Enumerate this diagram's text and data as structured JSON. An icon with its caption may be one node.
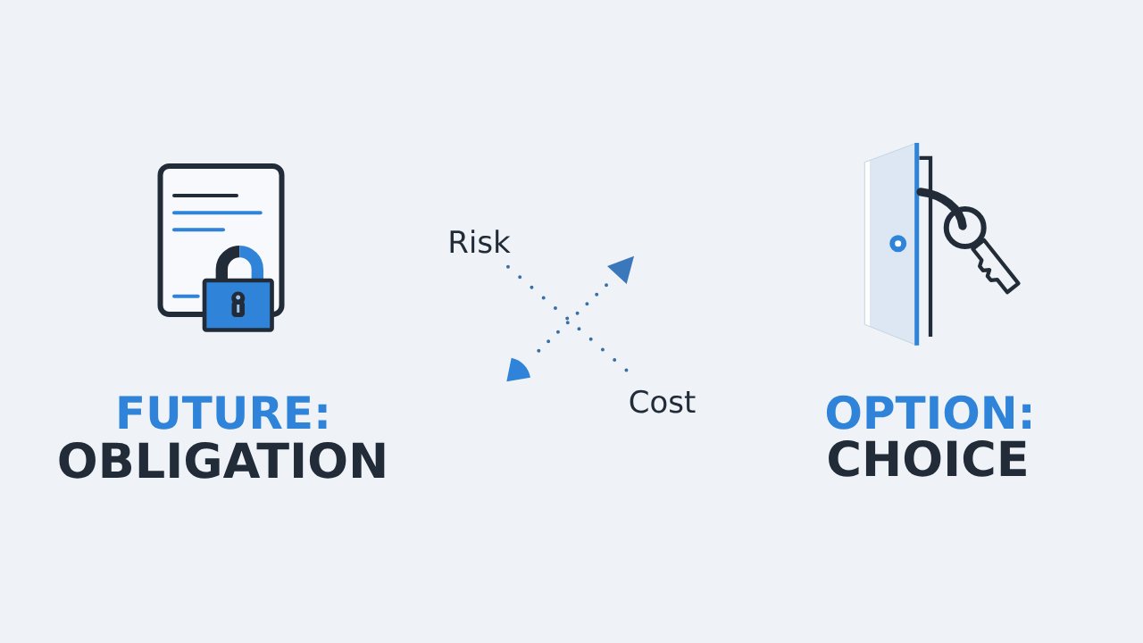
{
  "diagram": {
    "nodes": [
      {
        "text": [
          "Risk"
        ]
      },
      {
        "text": [
          "Cost"
        ]
      }
    ],
    "edges": [
      {
        "from": 0,
        "to": 1,
        "arrow": "none",
        "style": "dashed"
      }
    ],
    "labels": [
      "FUTURE:",
      "OBLIGATION",
      "OPTION:",
      "CHOICE"
    ]
  }
}
